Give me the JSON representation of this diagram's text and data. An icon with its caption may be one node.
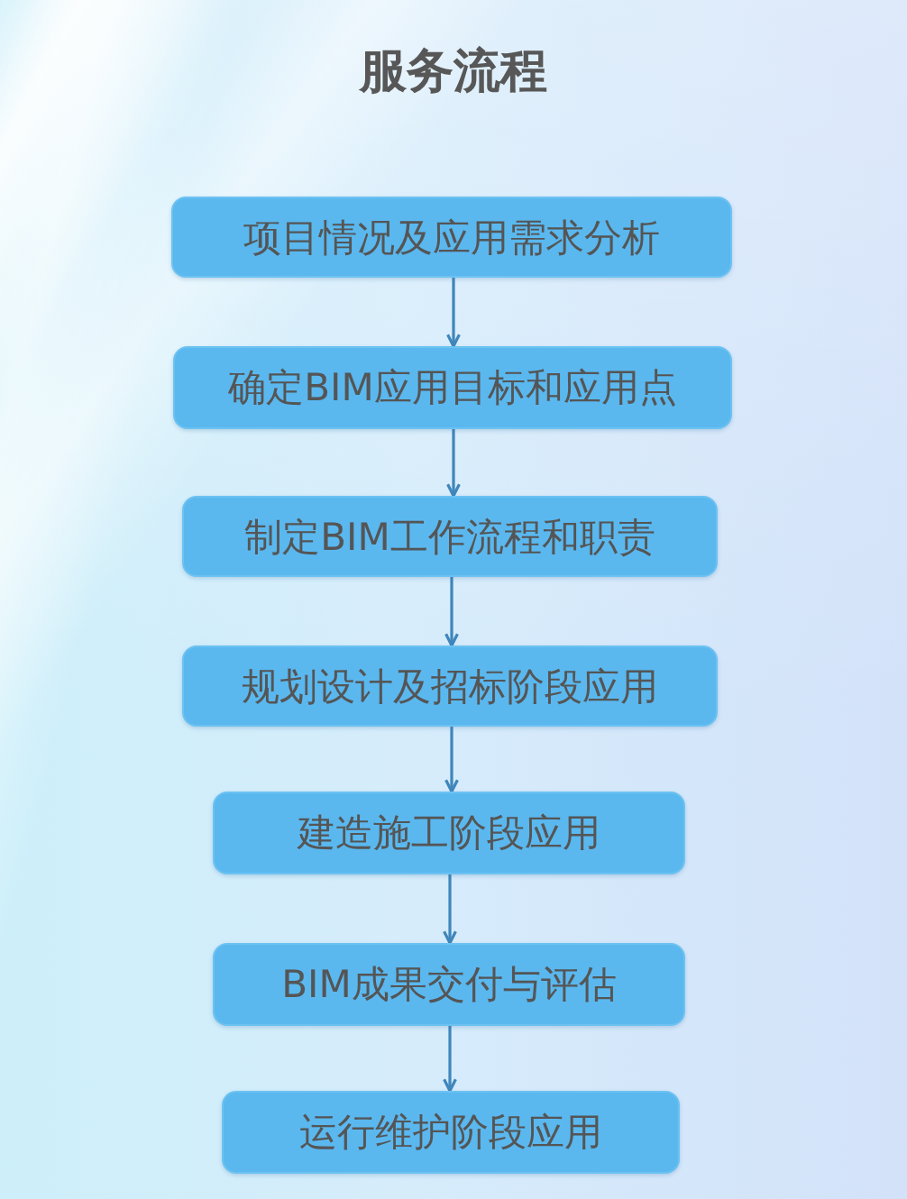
{
  "diagram": {
    "title": "服务流程",
    "nodes": [
      {
        "text": [
          "项目情况及应用需求分析"
        ]
      },
      {
        "text": [
          "确定BIM应用目标和应用点"
        ]
      },
      {
        "text": [
          "制定BIM工作流程和职责"
        ]
      },
      {
        "text": [
          "规划设计及招标阶段应用"
        ]
      },
      {
        "text": [
          "建造施工阶段应用"
        ]
      },
      {
        "text": [
          "BIM成果交付与评估"
        ]
      },
      {
        "text": [
          "运行维护阶段应用"
        ]
      }
    ],
    "edges": [
      {
        "from": 0,
        "to": 1,
        "arrow": "to"
      },
      {
        "from": 1,
        "to": 2,
        "arrow": "to"
      },
      {
        "from": 2,
        "to": 3,
        "arrow": "to"
      },
      {
        "from": 3,
        "to": 4,
        "arrow": "to"
      },
      {
        "from": 4,
        "to": 5,
        "arrow": "to"
      },
      {
        "from": 5,
        "to": 6,
        "arrow": "to"
      }
    ]
  }
}
